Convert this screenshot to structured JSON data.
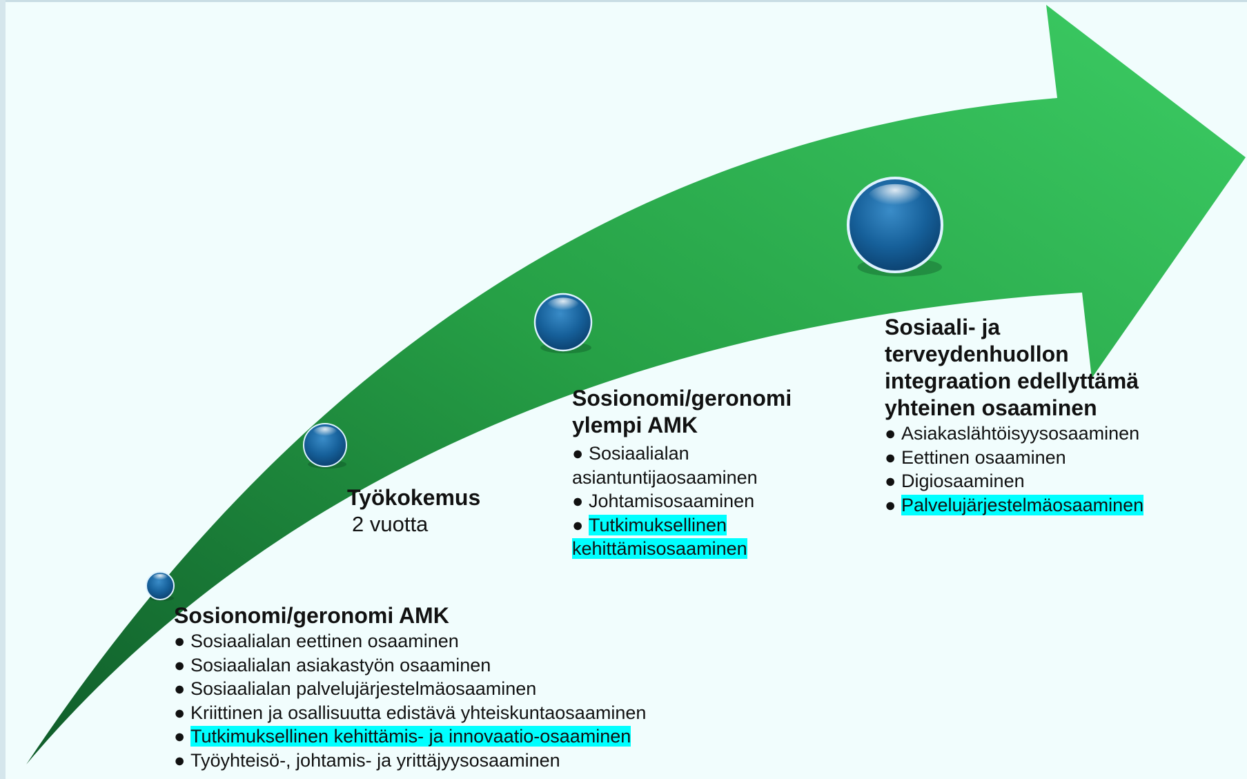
{
  "colors": {
    "arrow_light": "#3ccd64",
    "arrow_dark": "#0f5c2a",
    "bubble": "#16609a",
    "highlight": "#00ffff",
    "background": "#f1fdfd"
  },
  "stages": [
    {
      "title": "Sosionomi/geronomi AMK",
      "items": [
        {
          "text": "Sosiaalialan eettinen osaaminen",
          "highlight": false
        },
        {
          "text": "Sosiaalialan asiakastyön osaaminen",
          "highlight": false
        },
        {
          "text": "Sosiaalialan palvelujärjestelmäosaaminen",
          "highlight": false
        },
        {
          "text": "Kriittinen ja osallisuutta edistävä yhteiskuntaosaaminen",
          "highlight": false
        },
        {
          "text": "Tutkimuksellinen kehittämis- ja innovaatio-osaaminen",
          "highlight": true
        },
        {
          "text": "Työyhteisö-, johtamis- ja yrittäjyysosaaminen",
          "highlight": false
        }
      ]
    },
    {
      "title": "Työkokemus",
      "subtitle": "2 vuotta"
    },
    {
      "title_line1": "Sosionomi/geronomi",
      "title_line2": "ylempi AMK",
      "items": [
        {
          "text_line1": "Sosiaalialan",
          "text_line2": "asiantuntijaosaaminen",
          "highlight": false
        },
        {
          "text": "Johtamisosaaminen",
          "highlight": false
        },
        {
          "text_line1": "Tutkimuksellinen",
          "text_line2": "kehittämisosaaminen",
          "highlight": true
        }
      ]
    },
    {
      "title_lines": [
        "Sosiaali- ja",
        "terveydenhuollon",
        "integraation edellyttämä",
        "yhteinen osaaminen"
      ],
      "items": [
        {
          "text": "Asiakaslähtöisyysosaaminen",
          "highlight": false
        },
        {
          "text": "Eettinen osaaminen",
          "highlight": false
        },
        {
          "text": "Digiosaaminen",
          "highlight": false
        },
        {
          "text": "Palvelujärjestelmäosaaminen",
          "highlight": true
        }
      ]
    }
  ]
}
